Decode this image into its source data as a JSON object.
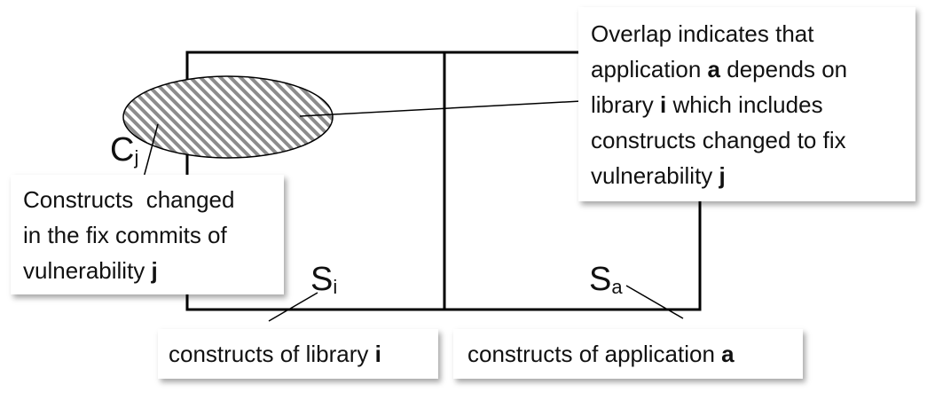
{
  "labels": {
    "cj": {
      "main": "C",
      "sub": "j"
    },
    "si": {
      "main": "S",
      "sub": "i"
    },
    "sa": {
      "main": "S",
      "sub": "a"
    }
  },
  "callouts": {
    "overlap": {
      "line1": "Overlap indicates that",
      "line2_pre": "application ",
      "line2_bold": "a",
      "line2_post": " depends on",
      "line3_pre": "library ",
      "line3_bold": "i",
      "line3_post": " which includes",
      "line4": "constructs changed to fix",
      "line5_pre": "vulnerability ",
      "line5_bold": "j"
    },
    "constructs": {
      "line1": "Constructs  changed",
      "line2": "in the fix commits of",
      "line3_pre": "vulnerability ",
      "line3_bold": "j"
    },
    "library": {
      "pre": "constructs of library ",
      "bold": "i"
    },
    "application": {
      "pre": "constructs of application ",
      "bold": "a"
    }
  },
  "colors": {
    "stroke": "#000000",
    "hatch": "#8c8c8c",
    "hatch_bg": "#ffffff"
  }
}
